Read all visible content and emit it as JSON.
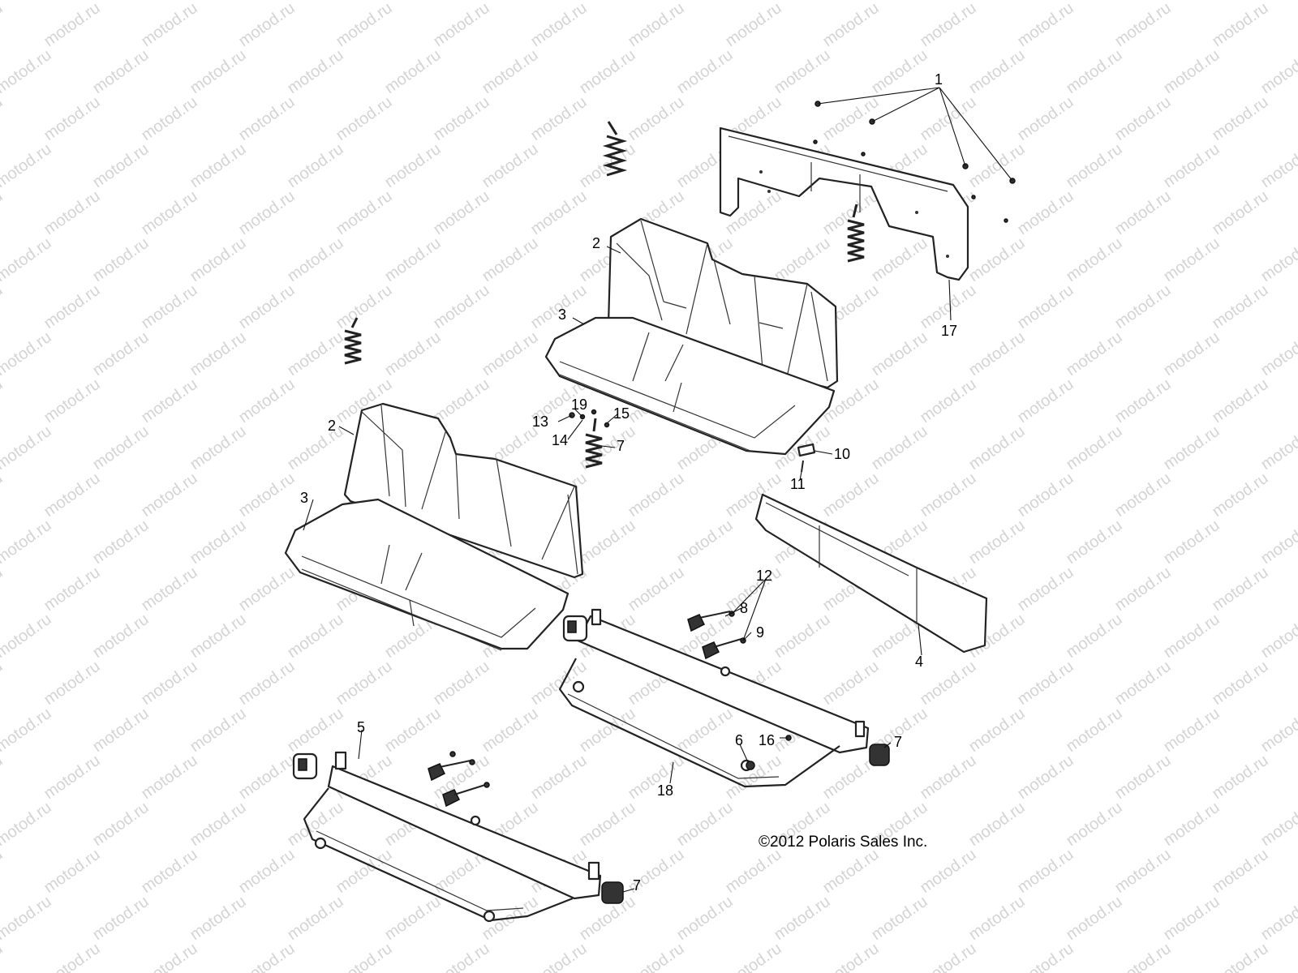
{
  "watermark": {
    "text": "motod.ru",
    "color": "#d4d4d4"
  },
  "copyright": "©2012 Polaris Sales Inc.",
  "callouts": [
    {
      "id": "c1",
      "text": "1"
    },
    {
      "id": "c2a",
      "text": "2"
    },
    {
      "id": "c3a",
      "text": "3"
    },
    {
      "id": "c2b",
      "text": "2"
    },
    {
      "id": "c3b",
      "text": "3"
    },
    {
      "id": "c17",
      "text": "17"
    },
    {
      "id": "c13",
      "text": "13"
    },
    {
      "id": "c19",
      "text": "19"
    },
    {
      "id": "c15",
      "text": "15"
    },
    {
      "id": "c14",
      "text": "14"
    },
    {
      "id": "c7a",
      "text": "7"
    },
    {
      "id": "c10",
      "text": "10"
    },
    {
      "id": "c11",
      "text": "11"
    },
    {
      "id": "c12",
      "text": "12"
    },
    {
      "id": "c8",
      "text": "8"
    },
    {
      "id": "c9",
      "text": "9"
    },
    {
      "id": "c4",
      "text": "4"
    },
    {
      "id": "c5",
      "text": "5"
    },
    {
      "id": "c6",
      "text": "6"
    },
    {
      "id": "c16",
      "text": "16"
    },
    {
      "id": "c7b",
      "text": "7"
    },
    {
      "id": "c18",
      "text": "18"
    },
    {
      "id": "c7c",
      "text": "7"
    }
  ]
}
